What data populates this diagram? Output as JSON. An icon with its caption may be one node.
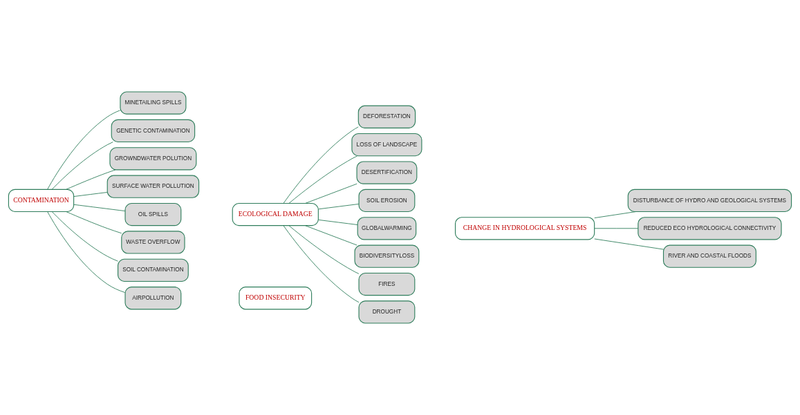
{
  "diagram": {
    "nodes": [
      {
        "text": [
          "CONTAMINATION"
        ]
      },
      {
        "text": [
          "MINETAILING SPILLS"
        ]
      },
      {
        "text": [
          "GENETIC CONTAMINATION"
        ]
      },
      {
        "text": [
          "GROWNDWATER POLUTION"
        ]
      },
      {
        "text": [
          "SURFACE WATER POLLUTION"
        ]
      },
      {
        "text": [
          "OIL SPILLS"
        ]
      },
      {
        "text": [
          "WASTE OVERFLOW"
        ]
      },
      {
        "text": [
          "SOIL CONTAMINATION"
        ]
      },
      {
        "text": [
          "AIRPOLLUTION"
        ]
      },
      {
        "text": [
          "ECOLOGICAL DAMAGE"
        ]
      },
      {
        "text": [
          "DEFORESTATION"
        ]
      },
      {
        "text": [
          "LOSS OF LANDSCAPE"
        ]
      },
      {
        "text": [
          "DESERTIFICATION"
        ]
      },
      {
        "text": [
          "SOIL EROSION"
        ]
      },
      {
        "text": [
          "GLOBALWARMING"
        ]
      },
      {
        "text": [
          "BIODIVERSITYLOSS"
        ]
      },
      {
        "text": [
          "FIRES"
        ]
      },
      {
        "text": [
          "DROUGHT"
        ]
      },
      {
        "text": [
          "FOOD INSECURITY"
        ]
      },
      {
        "text": [
          "CHANGE IN HYDROLOGICAL SYSTEMS"
        ]
      },
      {
        "text": [
          "DISTURBANCE OF HYDRO AND GEOLOGICAL SYSTEMS"
        ]
      },
      {
        "text": [
          "REDUCED ECO HYDROLOGICAL CONNECTIVITY"
        ]
      },
      {
        "text": [
          "RIVER AND COASTAL FLOODS"
        ]
      }
    ],
    "edges": [
      {
        "from": 0,
        "to": 1,
        "arrow": "none"
      },
      {
        "from": 0,
        "to": 2,
        "arrow": "none"
      },
      {
        "from": 0,
        "to": 3,
        "arrow": "none"
      },
      {
        "from": 0,
        "to": 4,
        "arrow": "none"
      },
      {
        "from": 0,
        "to": 5,
        "arrow": "none"
      },
      {
        "from": 0,
        "to": 6,
        "arrow": "none"
      },
      {
        "from": 0,
        "to": 7,
        "arrow": "none"
      },
      {
        "from": 0,
        "to": 8,
        "arrow": "none"
      },
      {
        "from": 9,
        "to": 10,
        "arrow": "none"
      },
      {
        "from": 9,
        "to": 11,
        "arrow": "none"
      },
      {
        "from": 9,
        "to": 12,
        "arrow": "none"
      },
      {
        "from": 9,
        "to": 13,
        "arrow": "none"
      },
      {
        "from": 9,
        "to": 14,
        "arrow": "none"
      },
      {
        "from": 9,
        "to": 15,
        "arrow": "none"
      },
      {
        "from": 9,
        "to": 16,
        "arrow": "none"
      },
      {
        "from": 9,
        "to": 17,
        "arrow": "none"
      },
      {
        "from": 19,
        "to": 20,
        "arrow": "none"
      },
      {
        "from": 19,
        "to": 21,
        "arrow": "none"
      },
      {
        "from": 19,
        "to": 22,
        "arrow": "none"
      }
    ]
  }
}
